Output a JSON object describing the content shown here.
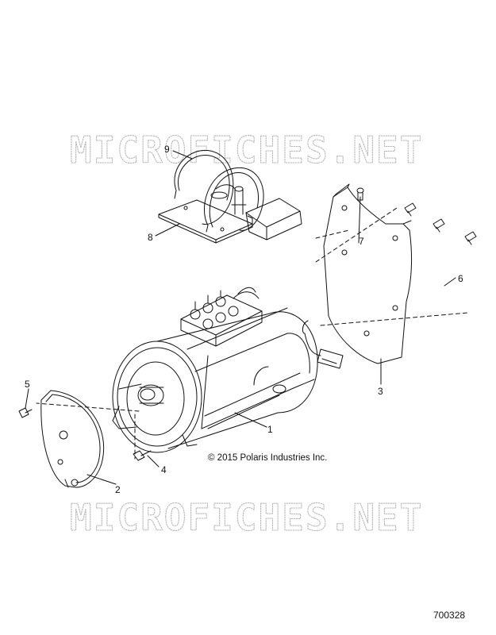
{
  "watermark": {
    "top": "MICROFICHES.NET",
    "bottom": "MICROFICHES.NET"
  },
  "callouts": [
    {
      "id": "1",
      "label": "1"
    },
    {
      "id": "2",
      "label": "2"
    },
    {
      "id": "3",
      "label": "3"
    },
    {
      "id": "4",
      "label": "4"
    },
    {
      "id": "5",
      "label": "5"
    },
    {
      "id": "6",
      "label": "6"
    },
    {
      "id": "7",
      "label": "7"
    },
    {
      "id": "8",
      "label": "8"
    },
    {
      "id": "9",
      "label": "9"
    }
  ],
  "copyright": "© 2015 Polaris Industries Inc.",
  "document_number": "700328",
  "colors": {
    "line": "#111111",
    "watermark": "#b8b8b8",
    "background": "#ffffff"
  }
}
